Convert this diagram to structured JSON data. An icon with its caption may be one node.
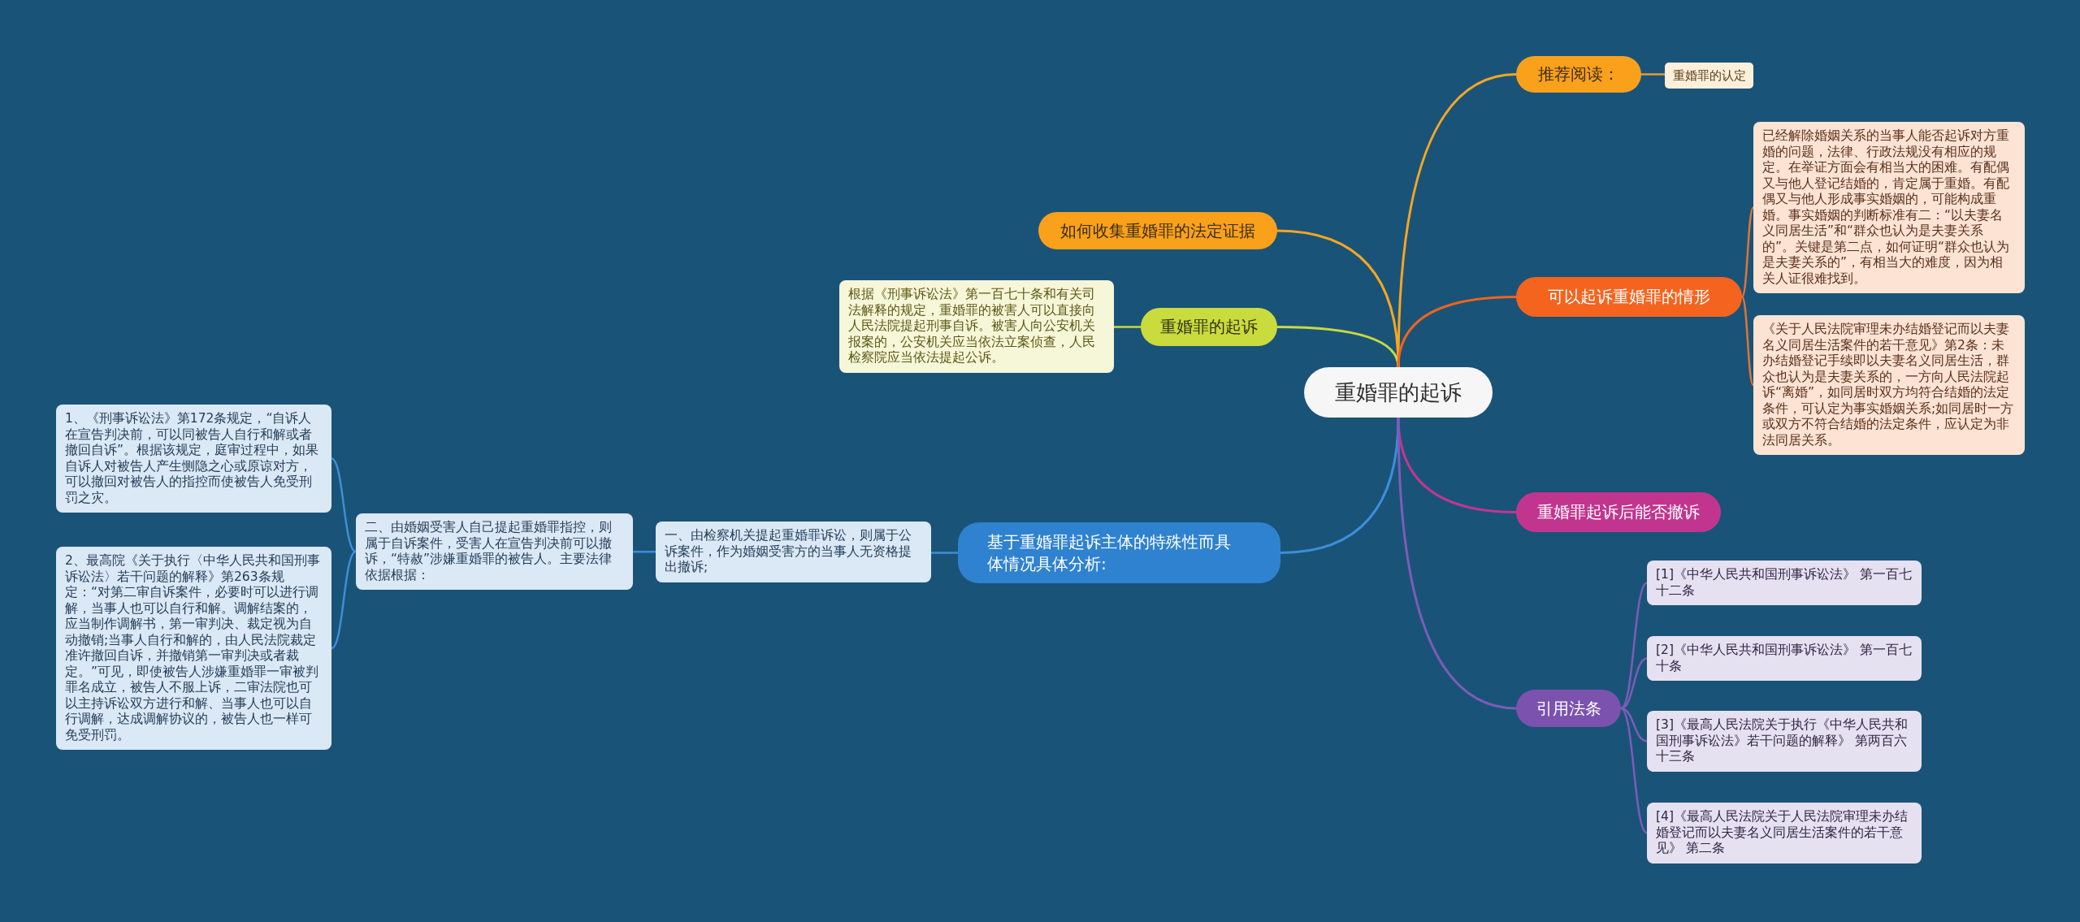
{
  "diagram": {
    "nodes": [
      {
        "text": [
          "重婚罪的起诉"
        ]
      },
      {
        "text": [
          "推荐阅读："
        ]
      },
      {
        "text": [
          "重婚罪的认定"
        ]
      },
      {
        "text": [
          "如何收集重婚罪的法定证据"
        ]
      },
      {
        "text": [
          "重婚罪的起诉"
        ]
      },
      {
        "text": [
          "根据《刑事诉讼法》第一百七十条和有关司法解释的规定，重婚罪的被害人可以直接向人民法院提起刑事自诉。被害人向公安机关报案的，公安机关应当依法立案侦查，人民检察院应当依法提起公诉。"
        ]
      },
      {
        "text": [
          "可以起诉重婚罪的情形"
        ]
      },
      {
        "text": [
          "已经解除婚姻关系的当事人能否起诉对方重婚的问题，法律、行政法规没有相应的规定。在举证方面会有相当大的困难。有配偶又与他人登记结婚的，肯定属于重婚。有配偶又与他人形成事实婚姻的，可能构成重婚。事实婚姻的判断标准有二：“以夫妻名义同居生活”和“群众也认为是夫妻关系的”。关键是第二点，如何证明“群众也认为是夫妻关系的”，有相当大的难度，因为相关人证很难找到。"
        ]
      },
      {
        "text": [
          "《关于人民法院审理未办结婚登记而以夫妻名义同居生活案件的若干意见》第2条：未办结婚登记手续即以夫妻名义同居生活，群众也认为是夫妻关系的，一方向人民法院起诉“离婚”，如同居时双方均符合结婚的法定条件，可认定为事实婚姻关系;如同居时一方或双方不符合结婚的法定条件，应认定为非法同居关系。"
        ]
      },
      {
        "text": [
          "重婚罪起诉后能否撤诉"
        ]
      },
      {
        "text": [
          "基于重婚罪起诉主体的特殊性而具体情况具体分析:"
        ]
      },
      {
        "text": [
          "一、由检察机关提起重婚罪诉讼，则属于公诉案件，作为婚姻受害方的当事人无资格提出撤诉;"
        ]
      },
      {
        "text": [
          "二、由婚姻受害人自己提起重婚罪指控，则属于自诉案件，受害人在宣告判决前可以撤诉，“特赦”涉嫌重婚罪的被告人。主要法律依据根据："
        ]
      },
      {
        "text": [
          "1、《刑事诉讼法》第172条规定，“自诉人在宣告判决前，可以同被告人自行和解或者撤回自诉”。根据该规定，庭审过程中，如果自诉人对被告人产生恻隐之心或原谅对方，可以撤回对被告人的指控而使被告人免受刑罚之灾。"
        ]
      },
      {
        "text": [
          "2、最高院《关于执行〈中华人民共和国刑事诉讼法〉若干问题的解释》第263条规定：“对第二审自诉案件，必要时可以进行调解，当事人也可以自行和解。调解结案的，应当制作调解书，第一审判决、裁定视为自动撤销;当事人自行和解的，由人民法院裁定准许撤回自诉，并撤销第一审判决或者裁定。”可见，即使被告人涉嫌重婚罪一审被判罪名成立，被告人不服上诉，二审法院也可以主持诉讼双方进行和解、当事人也可以自行调解，达成调解协议的，被告人也一样可免受刑罚。"
        ]
      },
      {
        "text": [
          "引用法条"
        ]
      },
      {
        "text": [
          "[1]《中华人民共和国刑事诉讼法》 第一百七十二条"
        ]
      },
      {
        "text": [
          "[2]《中华人民共和国刑事诉讼法》 第一百七十条"
        ]
      },
      {
        "text": [
          "[3]《最高人民法院关于执行《中华人民共和国刑事诉讼法》若干问题的解释》 第两百六十三条"
        ]
      },
      {
        "text": [
          "[4]《最高人民法院关于人民法院审理未办结婚登记而以夫妻名义同居生活案件的若干意见》 第二条"
        ]
      }
    ],
    "edges": [
      {
        "from": 0,
        "to": 1,
        "arrow": "none",
        "color": "#f5a623"
      },
      {
        "from": 1,
        "to": 2,
        "arrow": "none",
        "color": "#e39a3c"
      },
      {
        "from": 0,
        "to": 3,
        "arrow": "none",
        "color": "#f5a623"
      },
      {
        "from": 0,
        "to": 4,
        "arrow": "none",
        "color": "#c9d941"
      },
      {
        "from": 4,
        "to": 5,
        "arrow": "none",
        "color": "#c9d941"
      },
      {
        "from": 0,
        "to": 6,
        "arrow": "none",
        "color": "#f0631f"
      },
      {
        "from": 6,
        "to": 7,
        "arrow": "none",
        "color": "#dc7438"
      },
      {
        "from": 6,
        "to": 8,
        "arrow": "none",
        "color": "#dc7438"
      },
      {
        "from": 0,
        "to": 9,
        "arrow": "none",
        "color": "#c2368f"
      },
      {
        "from": 0,
        "to": 10,
        "arrow": "none"
      },
      {
        "from": 10,
        "to": 11,
        "arrow": "none"
      },
      {
        "from": 11,
        "to": 12,
        "arrow": "none"
      },
      {
        "from": 12,
        "to": 13,
        "arrow": "none"
      },
      {
        "from": 12,
        "to": 14,
        "arrow": "none"
      },
      {
        "from": 0,
        "to": 15,
        "arrow": "none",
        "color": "#7d5cb8"
      },
      {
        "from": 15,
        "to": 16,
        "arrow": "none",
        "color": "#7d5cb8"
      },
      {
        "from": 15,
        "to": 17,
        "arrow": "none",
        "color": "#7d5cb8"
      },
      {
        "from": 15,
        "to": 18,
        "arrow": "none",
        "color": "#7d5cb8"
      },
      {
        "from": 15,
        "to": 19,
        "arrow": "none",
        "color": "#7d5cb8"
      }
    ]
  }
}
